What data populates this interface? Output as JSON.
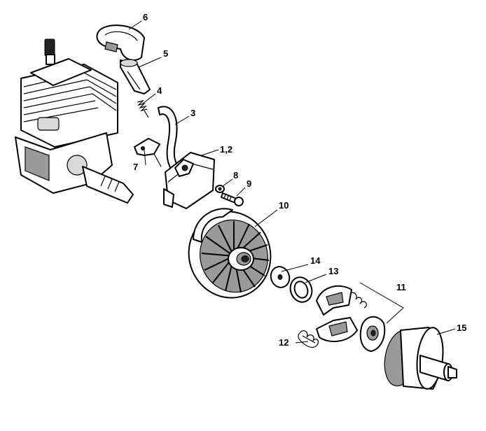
{
  "callouts": {
    "c6": "6",
    "c5": "5",
    "c4": "4",
    "c3": "3",
    "c12a": "1,2",
    "c7": "7",
    "c8": "8",
    "c9": "9",
    "c10": "10",
    "c14": "14",
    "c13": "13",
    "c11": "11",
    "c15": "15",
    "c12": "12"
  },
  "colors": {
    "line": "#000000",
    "background": "#ffffff",
    "shading": "#9a9a9a"
  }
}
